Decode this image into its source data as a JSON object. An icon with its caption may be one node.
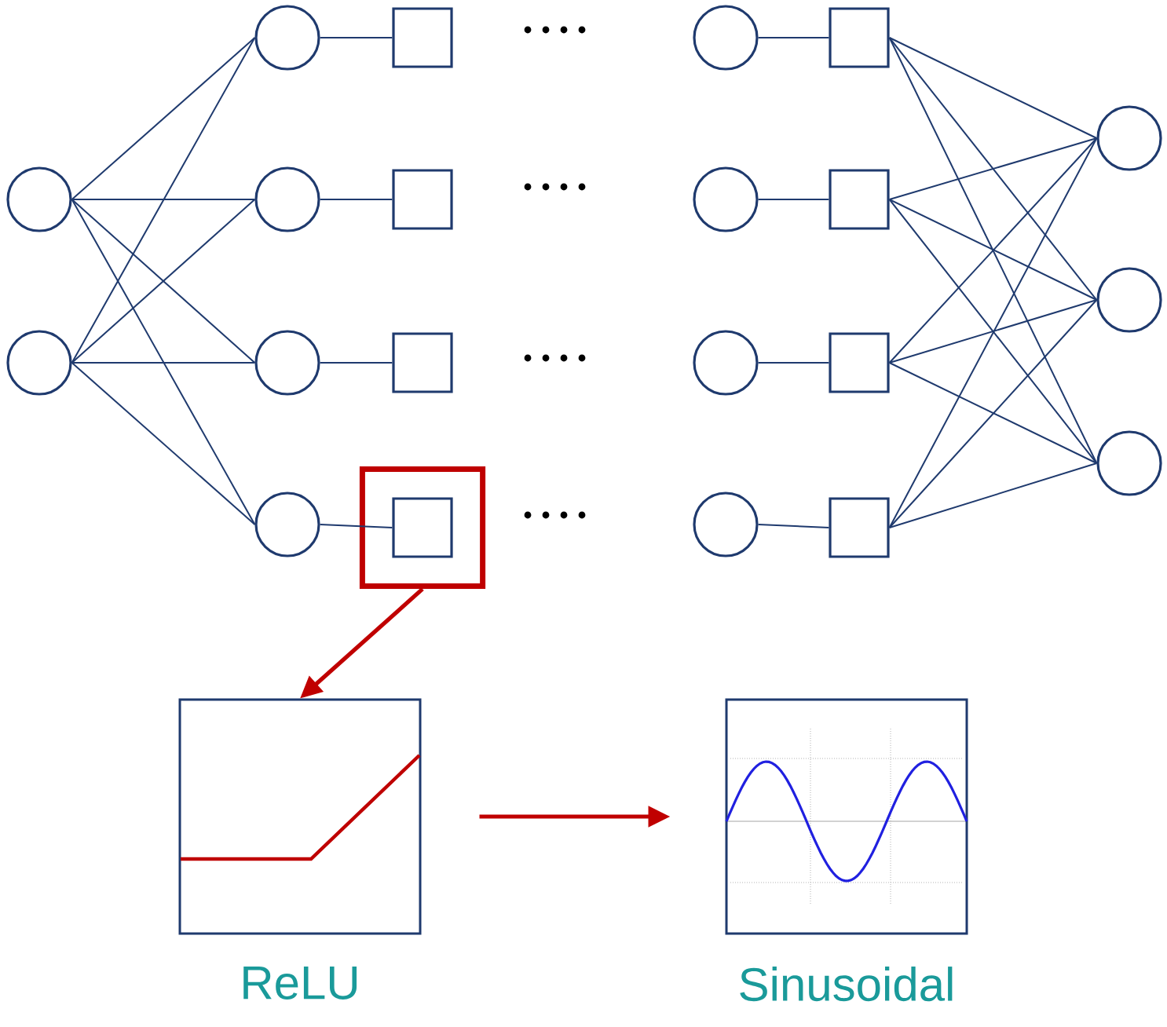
{
  "diagram": {
    "nodes": [
      {
        "text": [],
        "shape": "circle"
      },
      {
        "text": [],
        "shape": "circle"
      },
      {
        "text": [],
        "shape": "circle"
      },
      {
        "text": [],
        "shape": "circle"
      },
      {
        "text": [],
        "shape": "circle"
      },
      {
        "text": [],
        "shape": "circle"
      },
      {
        "text": [],
        "shape": "box"
      },
      {
        "text": [],
        "shape": "box"
      },
      {
        "text": [],
        "shape": "box"
      },
      {
        "text": [],
        "shape": "box"
      },
      {
        "text": [],
        "shape": "box",
        "in": 9
      },
      {
        "text": [],
        "shape": "circle"
      },
      {
        "text": [],
        "shape": "circle"
      },
      {
        "text": [],
        "shape": "circle"
      },
      {
        "text": [],
        "shape": "circle"
      },
      {
        "text": [],
        "shape": "box"
      },
      {
        "text": [],
        "shape": "box"
      },
      {
        "text": [],
        "shape": "box"
      },
      {
        "text": [],
        "shape": "box"
      },
      {
        "text": [],
        "shape": "circle"
      },
      {
        "text": [],
        "shape": "circle"
      },
      {
        "text": [],
        "shape": "circle"
      },
      {
        "text": [
          "ReLU"
        ]
      },
      {
        "text": [
          "Sinusoidal"
        ]
      }
    ],
    "edges": [
      {
        "from": 0,
        "to": 2,
        "arrow": "none"
      },
      {
        "from": 0,
        "to": 3,
        "arrow": "none"
      },
      {
        "from": 0,
        "to": 4,
        "arrow": "none"
      },
      {
        "from": 0,
        "to": 5,
        "arrow": "none"
      },
      {
        "from": 1,
        "to": 2,
        "arrow": "none"
      },
      {
        "from": 1,
        "to": 3,
        "arrow": "none"
      },
      {
        "from": 1,
        "to": 4,
        "arrow": "none"
      },
      {
        "from": 1,
        "to": 5,
        "arrow": "none"
      },
      {
        "from": 2,
        "to": 6,
        "arrow": "none"
      },
      {
        "from": 3,
        "to": 7,
        "arrow": "none"
      },
      {
        "from": 4,
        "to": 8,
        "arrow": "none"
      },
      {
        "from": 5,
        "to": 10,
        "arrow": "none"
      },
      {
        "from": 11,
        "to": 15,
        "arrow": "none"
      },
      {
        "from": 12,
        "to": 16,
        "arrow": "none"
      },
      {
        "from": 13,
        "to": 17,
        "arrow": "none"
      },
      {
        "from": 14,
        "to": 18,
        "arrow": "none"
      },
      {
        "from": 15,
        "to": 19,
        "arrow": "none"
      },
      {
        "from": 15,
        "to": 20,
        "arrow": "none"
      },
      {
        "from": 15,
        "to": 21,
        "arrow": "none"
      },
      {
        "from": 16,
        "to": 19,
        "arrow": "none"
      },
      {
        "from": 16,
        "to": 20,
        "arrow": "none"
      },
      {
        "from": 16,
        "to": 21,
        "arrow": "none"
      },
      {
        "from": 17,
        "to": 19,
        "arrow": "none"
      },
      {
        "from": 17,
        "to": 20,
        "arrow": "none"
      },
      {
        "from": 17,
        "to": 21,
        "arrow": "none"
      },
      {
        "from": 18,
        "to": 19,
        "arrow": "none"
      },
      {
        "from": 18,
        "to": 20,
        "arrow": "none"
      },
      {
        "from": 18,
        "to": 21,
        "arrow": "none"
      },
      {
        "from": 9,
        "to": 22,
        "arrow": "to",
        "style": "thick",
        "color": "#c00000"
      },
      {
        "from": 22,
        "to": 23,
        "arrow": "to",
        "style": "thick",
        "color": "#c00000"
      }
    ]
  }
}
